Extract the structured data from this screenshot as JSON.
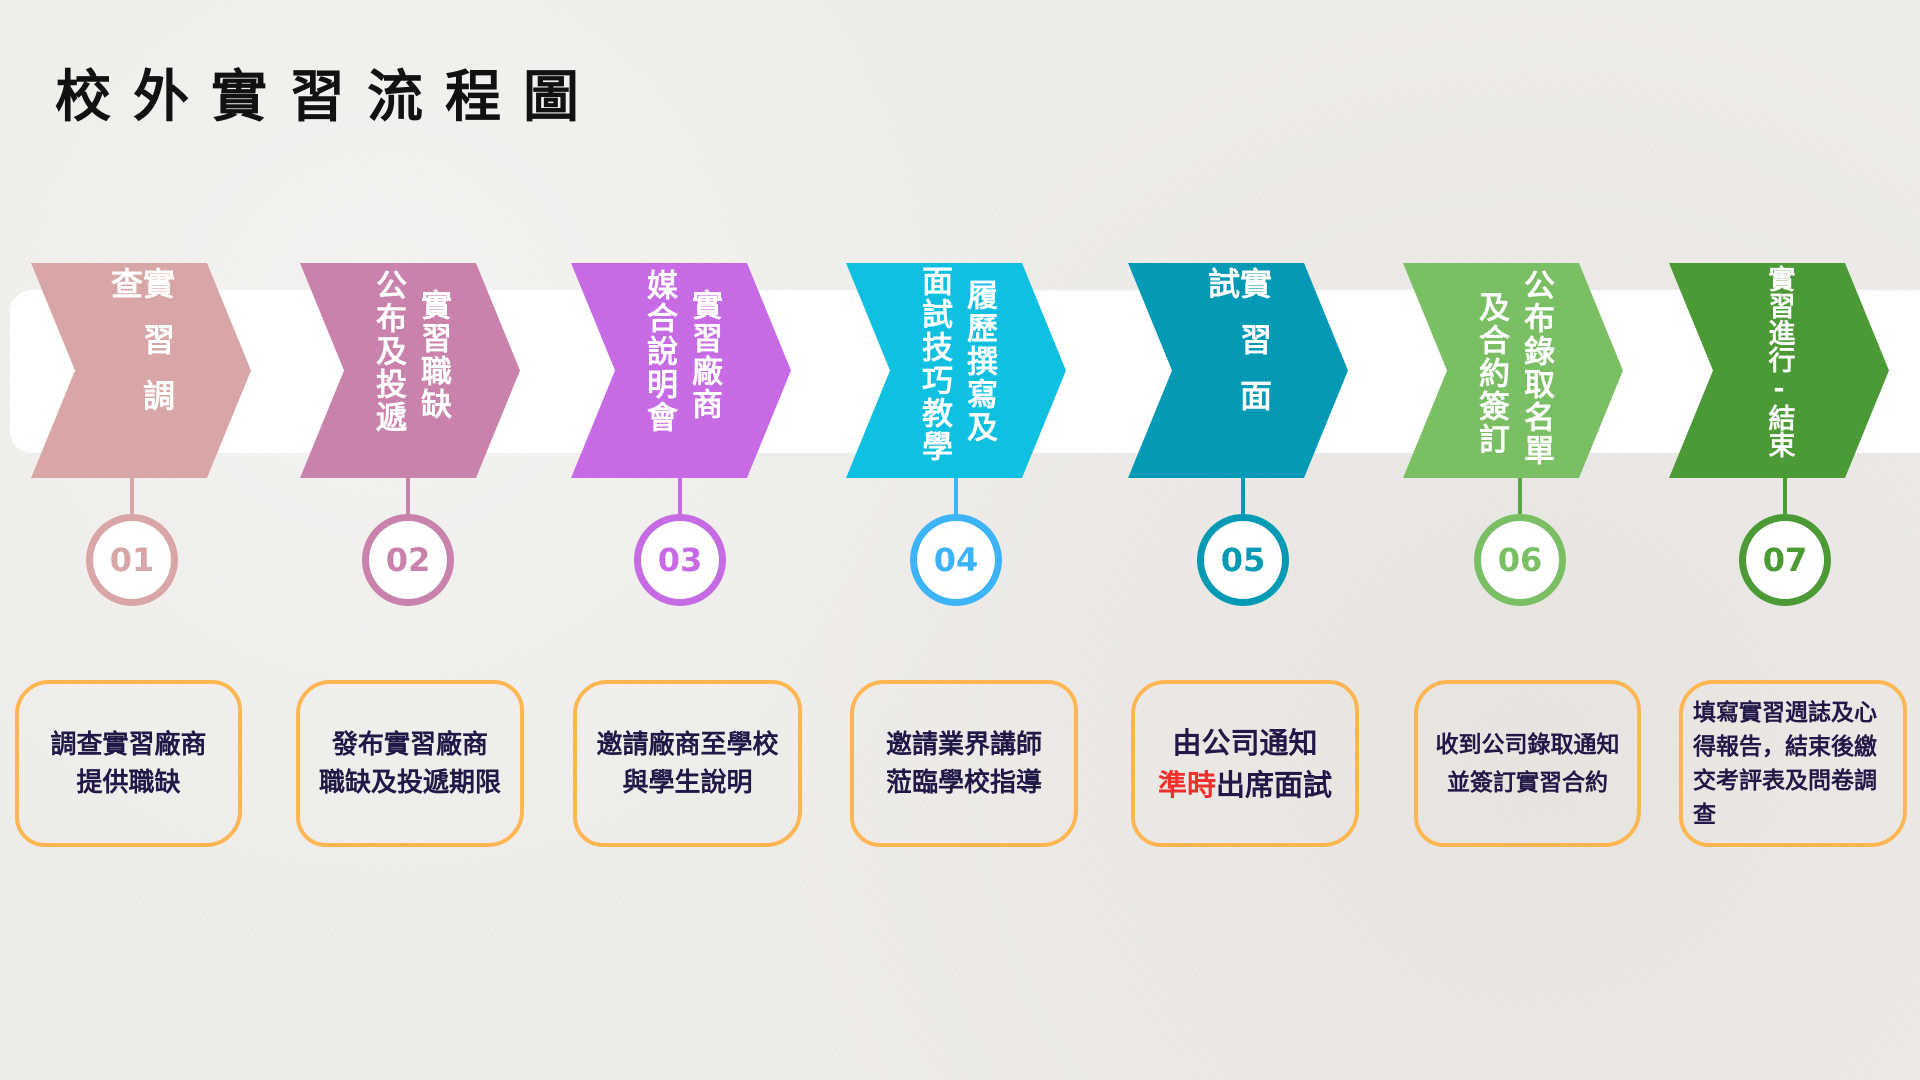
{
  "title": "校外實習流程圖",
  "colors": {
    "step1": "#d8a6a6",
    "step2": "#c982ab",
    "step3": "#c76be5",
    "step4": "#10c0e0",
    "step5": "#0499b5",
    "step6": "#7bbf64",
    "step7": "#4c9a36",
    "circle4": "#3cb4f7",
    "box_border": "#fdb652",
    "box_text": "#221848",
    "highlight": "#f0302c"
  },
  "steps": [
    {
      "number": "01",
      "chevron_cols": [
        "實習調查"
      ],
      "description": "調查實習廠商\n提供職缺"
    },
    {
      "number": "02",
      "chevron_cols": [
        "實習職缺",
        "公布及投遞"
      ],
      "description": "發布實習廠商\n職缺及投遞期限"
    },
    {
      "number": "03",
      "chevron_cols": [
        "實習廠商",
        "媒合說明會"
      ],
      "description": "邀請廠商至學校\n與學生說明"
    },
    {
      "number": "04",
      "chevron_cols": [
        "履歷撰寫及",
        "面試技巧教學"
      ],
      "description": "邀請業界講師\n蒞臨學校指導"
    },
    {
      "number": "05",
      "chevron_cols": [
        "實習面試"
      ],
      "description_line1": "由公司通知",
      "description_highlight": "準時",
      "description_line2_rest": "出席面試"
    },
    {
      "number": "06",
      "chevron_cols": [
        "公布錄取名單",
        "及合約簽訂"
      ],
      "description": "收到公司錄取通知\n並簽訂實習合約"
    },
    {
      "number": "07",
      "chevron_cols": [
        "實習進行-結束"
      ],
      "description": "填寫實習週誌及心\n得報告，結束後繳\n交考評表及問卷調\n查"
    }
  ]
}
